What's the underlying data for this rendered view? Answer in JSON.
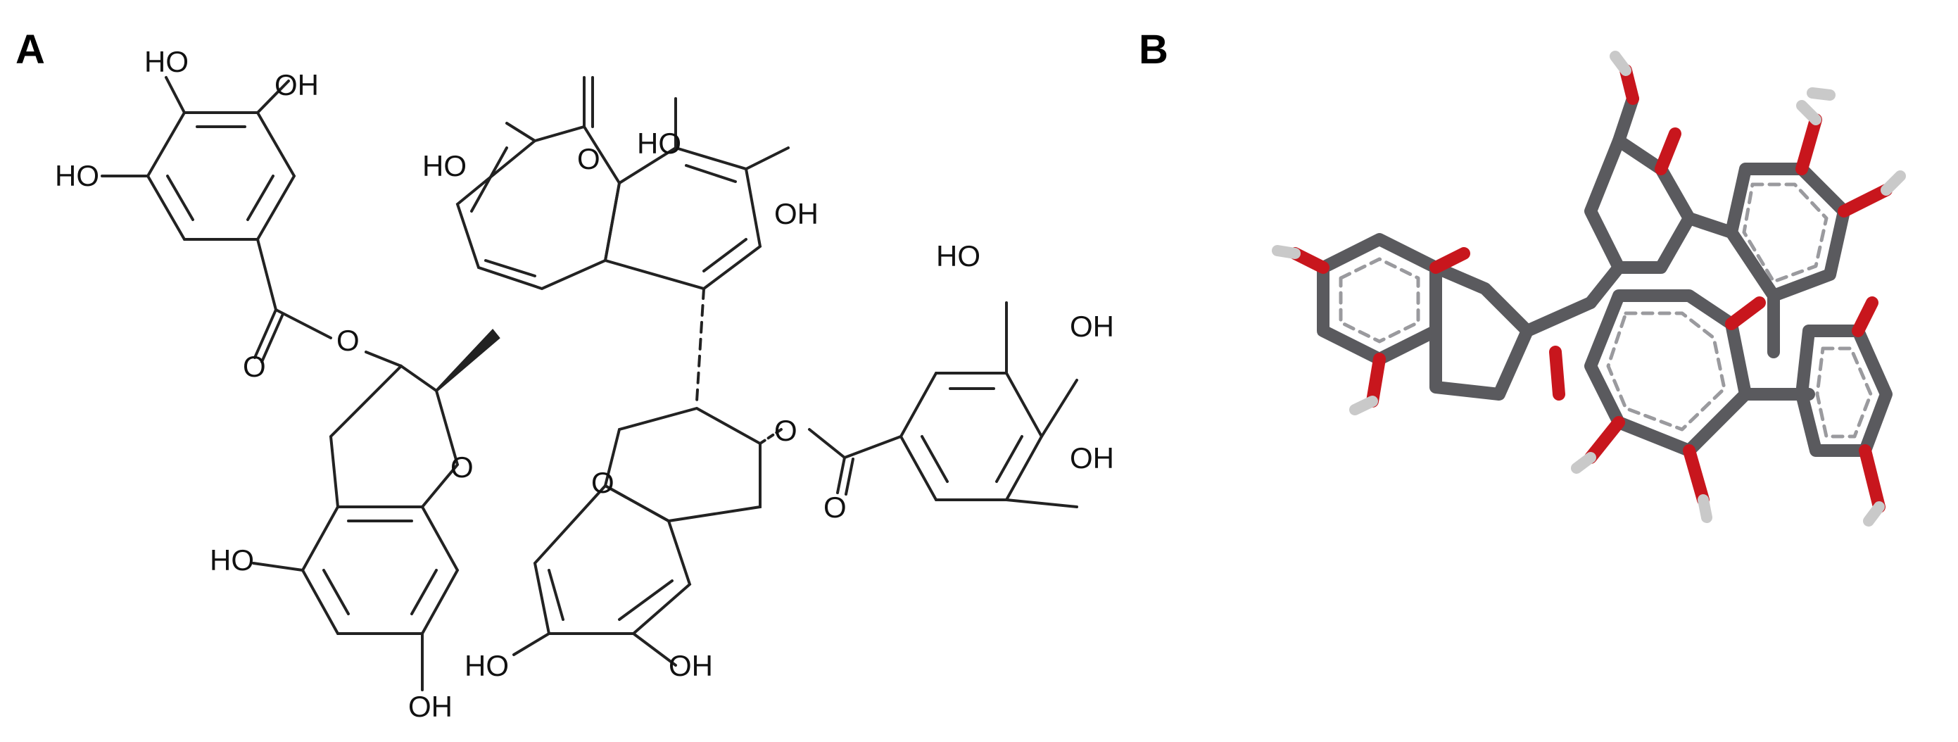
{
  "panels": {
    "a": {
      "letter": "A"
    },
    "b": {
      "letter": "B"
    }
  },
  "atoms": {
    "hydroxyl": "HO",
    "hydroxyl_right": "OH",
    "carbonyl_o": "O",
    "ring_o": "O",
    "ester_o": "O"
  },
  "colors": {
    "carbon": "#5a5a5e",
    "oxygen": "#c8161d",
    "hydrogen": "#c9c9c9",
    "bond_line": "#222222"
  }
}
